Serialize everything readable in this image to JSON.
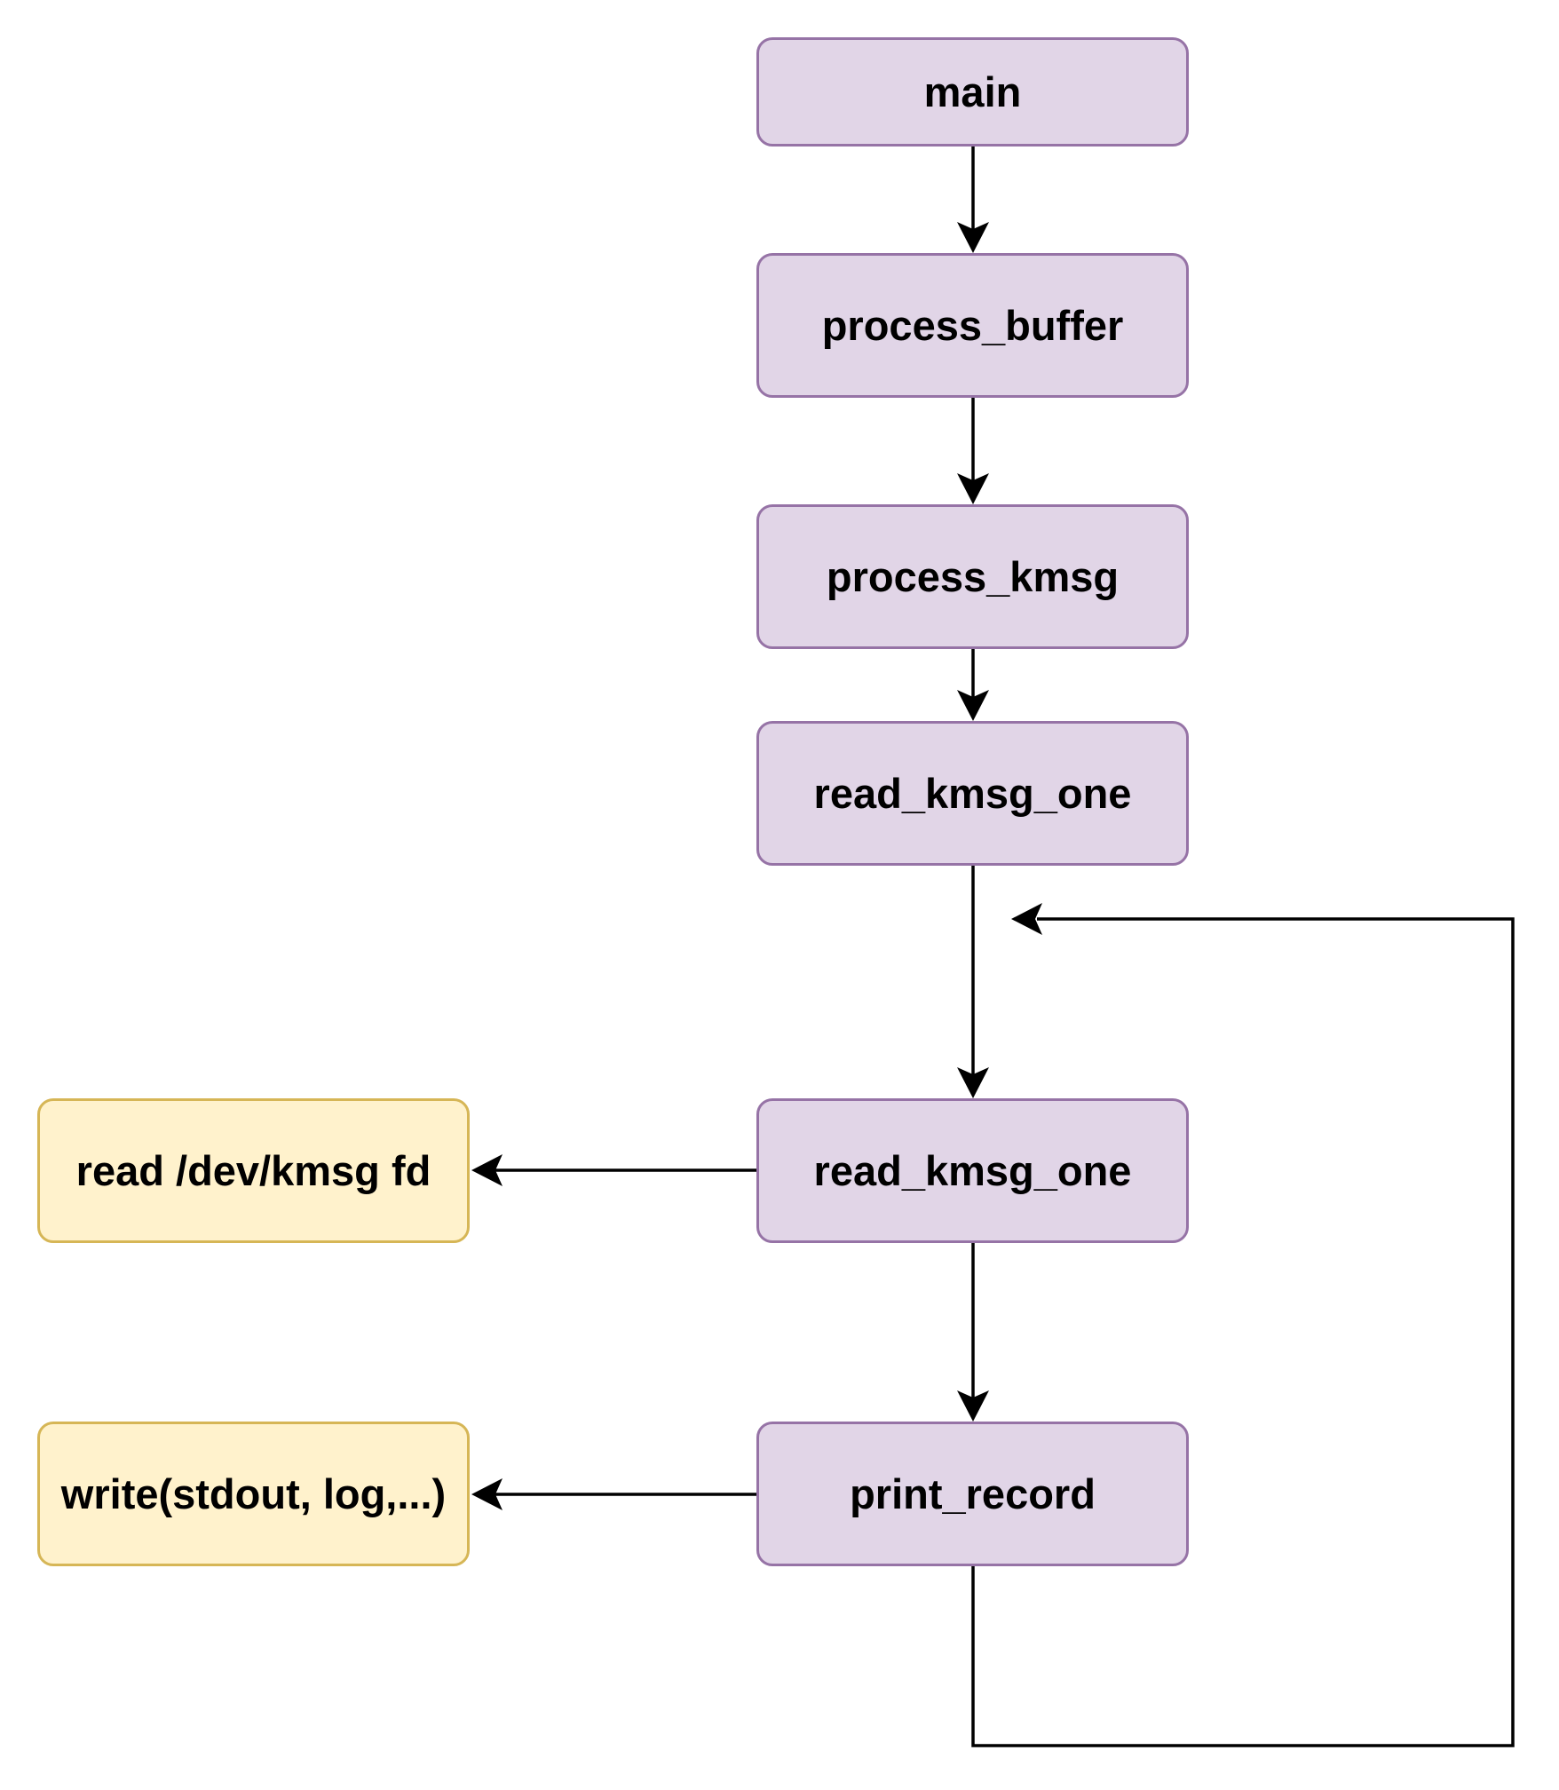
{
  "diagram": {
    "nodes": {
      "main": "main",
      "process_buffer": "process_buffer",
      "process_kmsg": "process_kmsg",
      "read_kmsg_one_1": "read_kmsg_one",
      "read_kmsg_one_2": "read_kmsg_one",
      "print_record": "print_record",
      "read_devkmsg": "read /dev/kmsg fd",
      "write_stdout": "write(stdout, log,...)"
    },
    "colors": {
      "call_fill": "#e1d5e7",
      "call_border": "#9673a6",
      "syscall_fill": "#fff2cc",
      "syscall_border": "#d6b656",
      "edge": "#000000"
    }
  }
}
